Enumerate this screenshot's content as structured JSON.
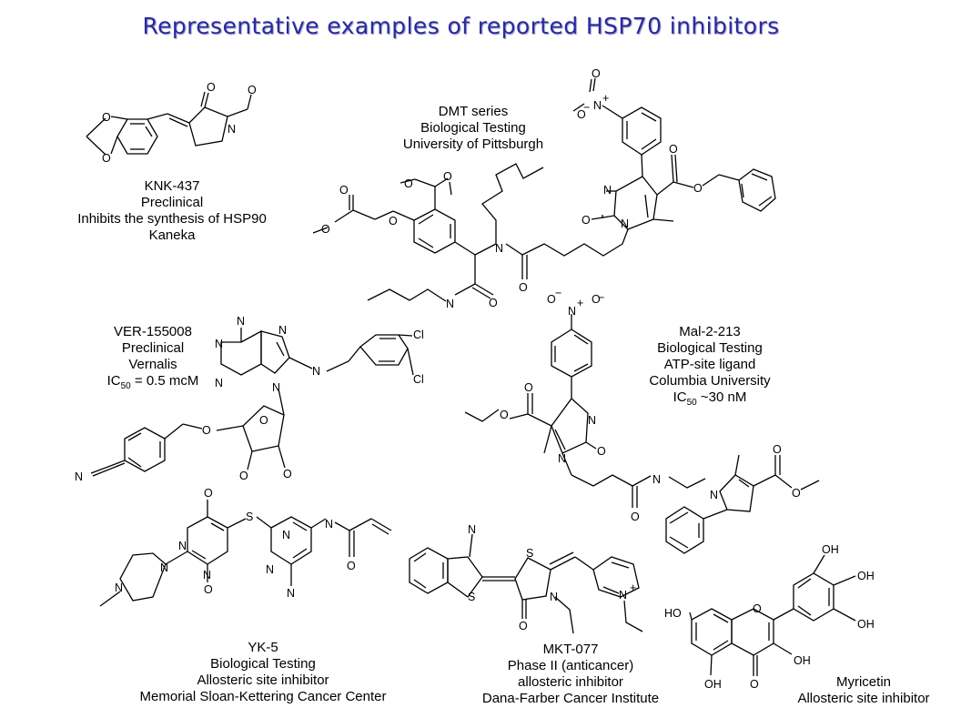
{
  "title": "Representative examples of reported HSP70 inhibitors",
  "compounds": [
    {
      "lines": [
        "KNK-437",
        "Preclinical",
        "Inhibits the synthesis of HSP90",
        "Kaneka"
      ]
    },
    {
      "lines": [
        "DMT series",
        "Biological Testing",
        "University of Pittsburgh"
      ]
    },
    {
      "lines": [
        "VER-155008",
        "Preclinical",
        "Vernalis"
      ],
      "ic50_prefix": "IC",
      "ic50_sub": "50",
      "ic50_value": " = 0.5 mcM"
    },
    {
      "lines": [
        "Mal-2-213",
        "Biological Testing",
        "ATP-site ligand",
        "Columbia University"
      ],
      "ic50_prefix": "IC",
      "ic50_sub": "50",
      "ic50_value": " ~30 nM"
    },
    {
      "lines": [
        "YK-5",
        "Biological Testing",
        "Allosteric site inhibitor",
        "Memorial Sloan-Kettering Cancer Center"
      ]
    },
    {
      "lines": [
        "MKT-077",
        "Phase II (anticancer)",
        "allosteric inhibitor",
        "Dana-Farber Cancer Institute"
      ]
    },
    {
      "lines": [
        "Myricetin",
        "Allosteric site inhibitor"
      ]
    }
  ],
  "atom_labels": {
    "O": "O",
    "N": "N",
    "S": "S",
    "Cl": "Cl",
    "NH2": "N",
    "OH": "OH",
    "HO": "HO",
    "Nplus": "N",
    "plus": "+",
    "minus": "−"
  }
}
